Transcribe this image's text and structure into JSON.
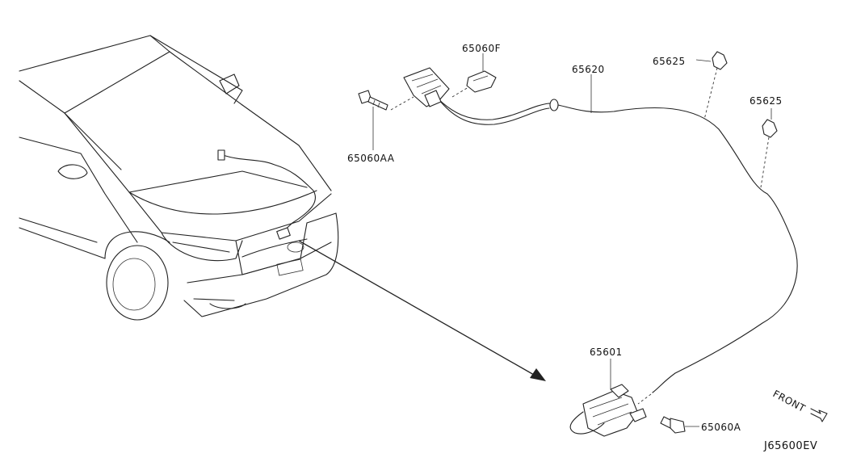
{
  "diagram_id": "J65600EV",
  "front_label": "FRONT",
  "parts": {
    "bolt_upper": "65060AA",
    "bracket_connector": "65060F",
    "cable": "65620",
    "clip_1": "65625",
    "clip_2": "65625",
    "hood_lock": "65601",
    "bolt_lower": "65060A"
  }
}
